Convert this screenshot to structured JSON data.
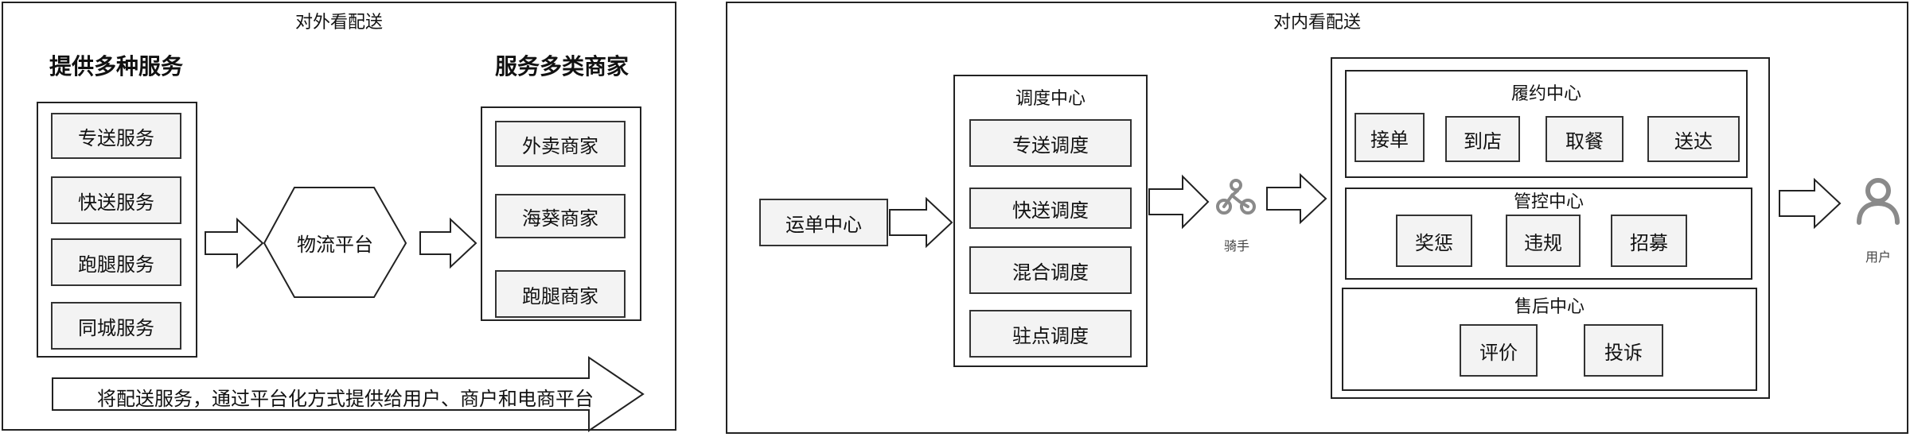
{
  "left_panel": {
    "title": "对外看配送",
    "services_heading": "提供多种服务",
    "merchants_heading": "服务多类商家",
    "services": [
      "专送服务",
      "快送服务",
      "跑腿服务",
      "同城服务"
    ],
    "platform": "物流平台",
    "merchants": [
      "外卖商家",
      "海葵商家",
      "跑腿商家"
    ],
    "banner": "将配送服务，通过平台化方式提供给用户、商户和电商平台"
  },
  "right_panel": {
    "title": "对内看配送",
    "waybill_center": "运单中心",
    "dispatch": {
      "title": "调度中心",
      "items": [
        "专送调度",
        "快送调度",
        "混合调度",
        "驻点调度"
      ]
    },
    "rider_label": "骑手",
    "rider_icon": "rider-icon",
    "fulfillment": {
      "title": "履约中心",
      "items": [
        "接单",
        "到店",
        "取餐",
        "送达"
      ]
    },
    "control": {
      "title": "管控中心",
      "items": [
        "奖惩",
        "违规",
        "招募"
      ]
    },
    "aftersales": {
      "title": "售后中心",
      "items": [
        "评价",
        "投诉"
      ]
    },
    "user_label": "用户",
    "user_icon": "user-icon"
  },
  "colors": {
    "stroke": "#222222",
    "box_fill": "#f3f3f3",
    "icon": "#8a8a8a"
  }
}
